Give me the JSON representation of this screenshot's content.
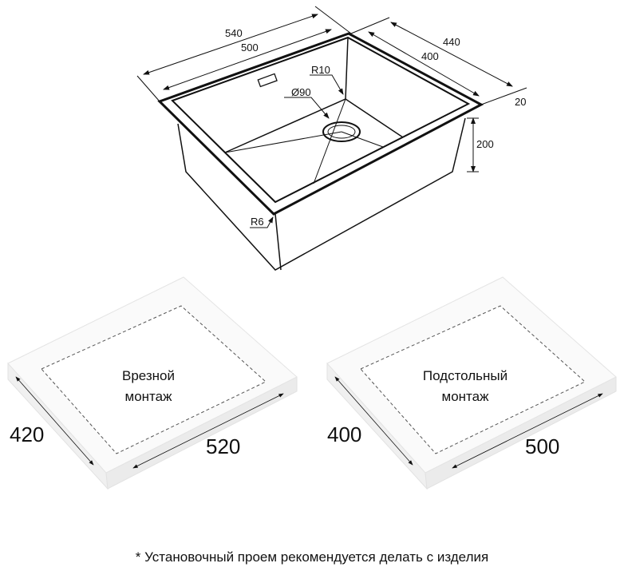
{
  "sink": {
    "dims": {
      "width_outer": "540",
      "width_inner": "500",
      "depth_outer": "440",
      "depth_inner": "400",
      "rim": "20",
      "height": "200",
      "corner_radius_inner": "R10",
      "drain": "Ø90",
      "corner_radius_outer": "R6"
    }
  },
  "cutouts": [
    {
      "title_line1": "Врезной",
      "title_line2": "монтаж",
      "depth": "420",
      "width": "520"
    },
    {
      "title_line1": "Подстольный",
      "title_line2": "монтаж",
      "depth": "400",
      "width": "500"
    }
  ],
  "footnote": "* Установочный проем рекомендуется делать с изделия"
}
